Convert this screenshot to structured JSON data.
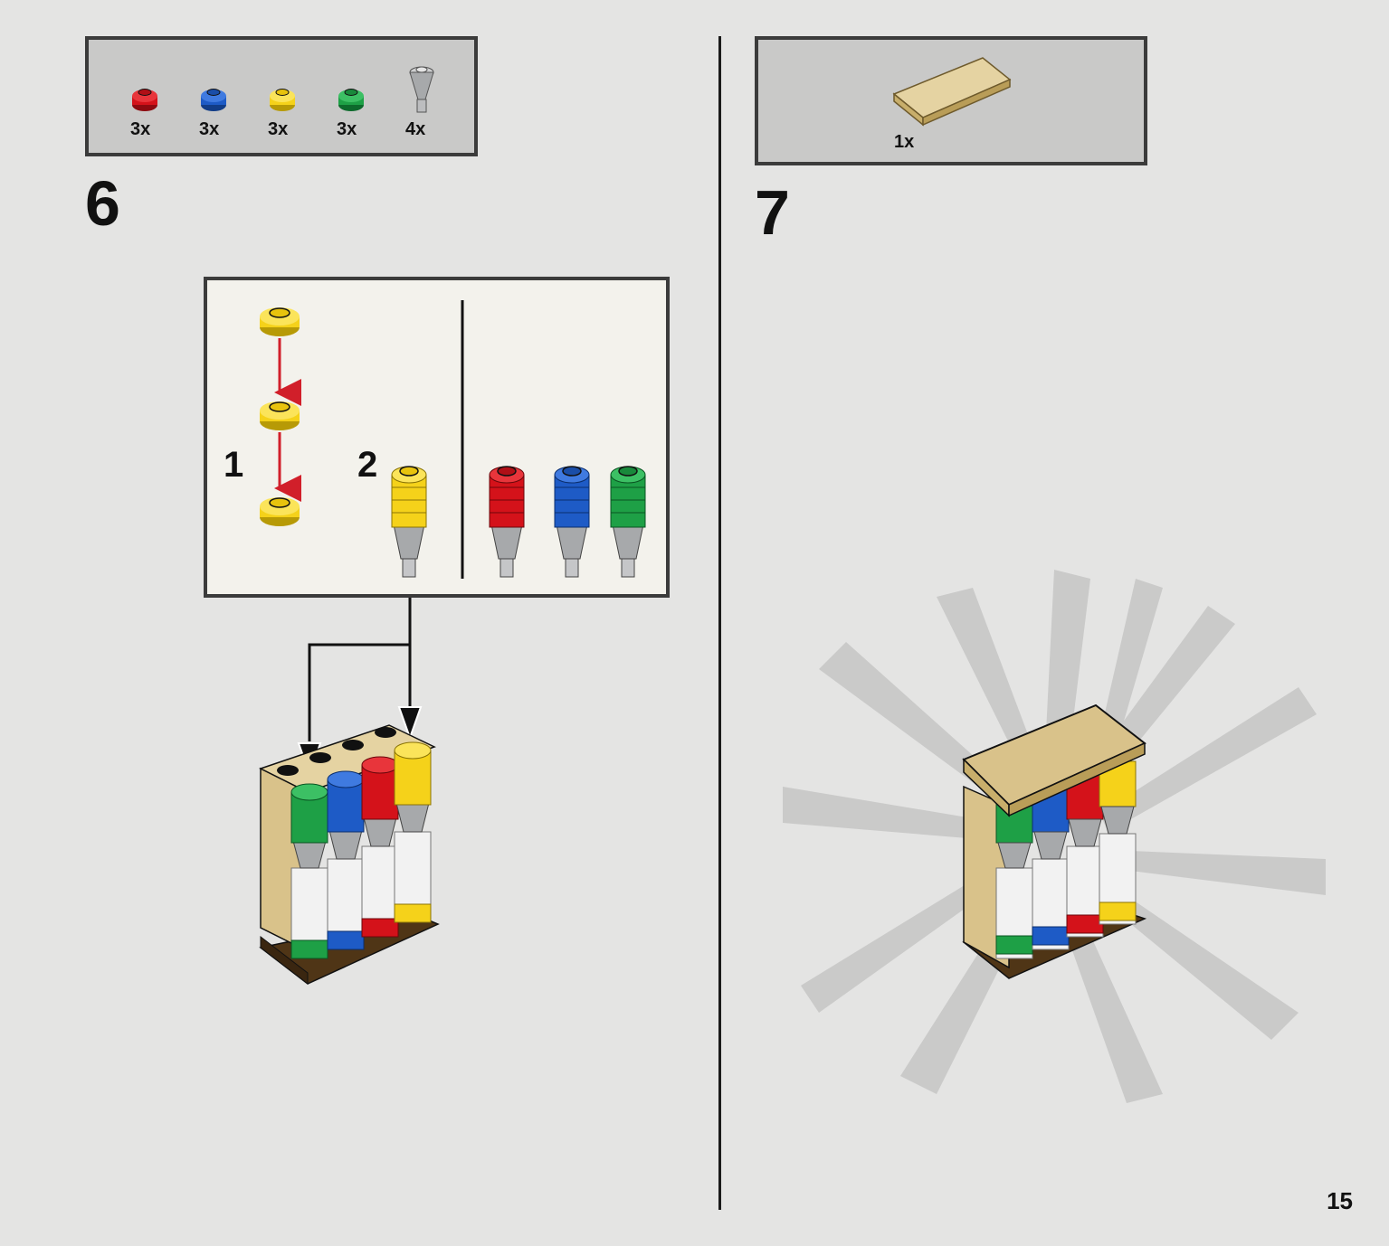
{
  "page": {
    "number": "15"
  },
  "step6": {
    "number": "6",
    "parts": [
      {
        "qty": "3x",
        "color": "#d4121a",
        "icon": "round-plate-red"
      },
      {
        "qty": "3x",
        "color": "#1e5bc6",
        "icon": "round-plate-blue"
      },
      {
        "qty": "3x",
        "color": "#f5d21a",
        "icon": "round-plate-yellow"
      },
      {
        "qty": "3x",
        "color": "#1ea046",
        "icon": "round-plate-green"
      },
      {
        "qty": "4x",
        "color": "#a7a9ab",
        "icon": "cone-light-grey"
      }
    ],
    "callout": {
      "substep1": "1",
      "substep2": "2"
    }
  },
  "step7": {
    "number": "7",
    "parts": [
      {
        "qty": "1x",
        "color": "#d9c28a",
        "icon": "tile-tan-2x4"
      }
    ]
  },
  "colors": {
    "arrow_red": "#d11f2a",
    "tan": "#d9c28a",
    "brown": "#4f3516",
    "grey": "#a7a9ab"
  }
}
